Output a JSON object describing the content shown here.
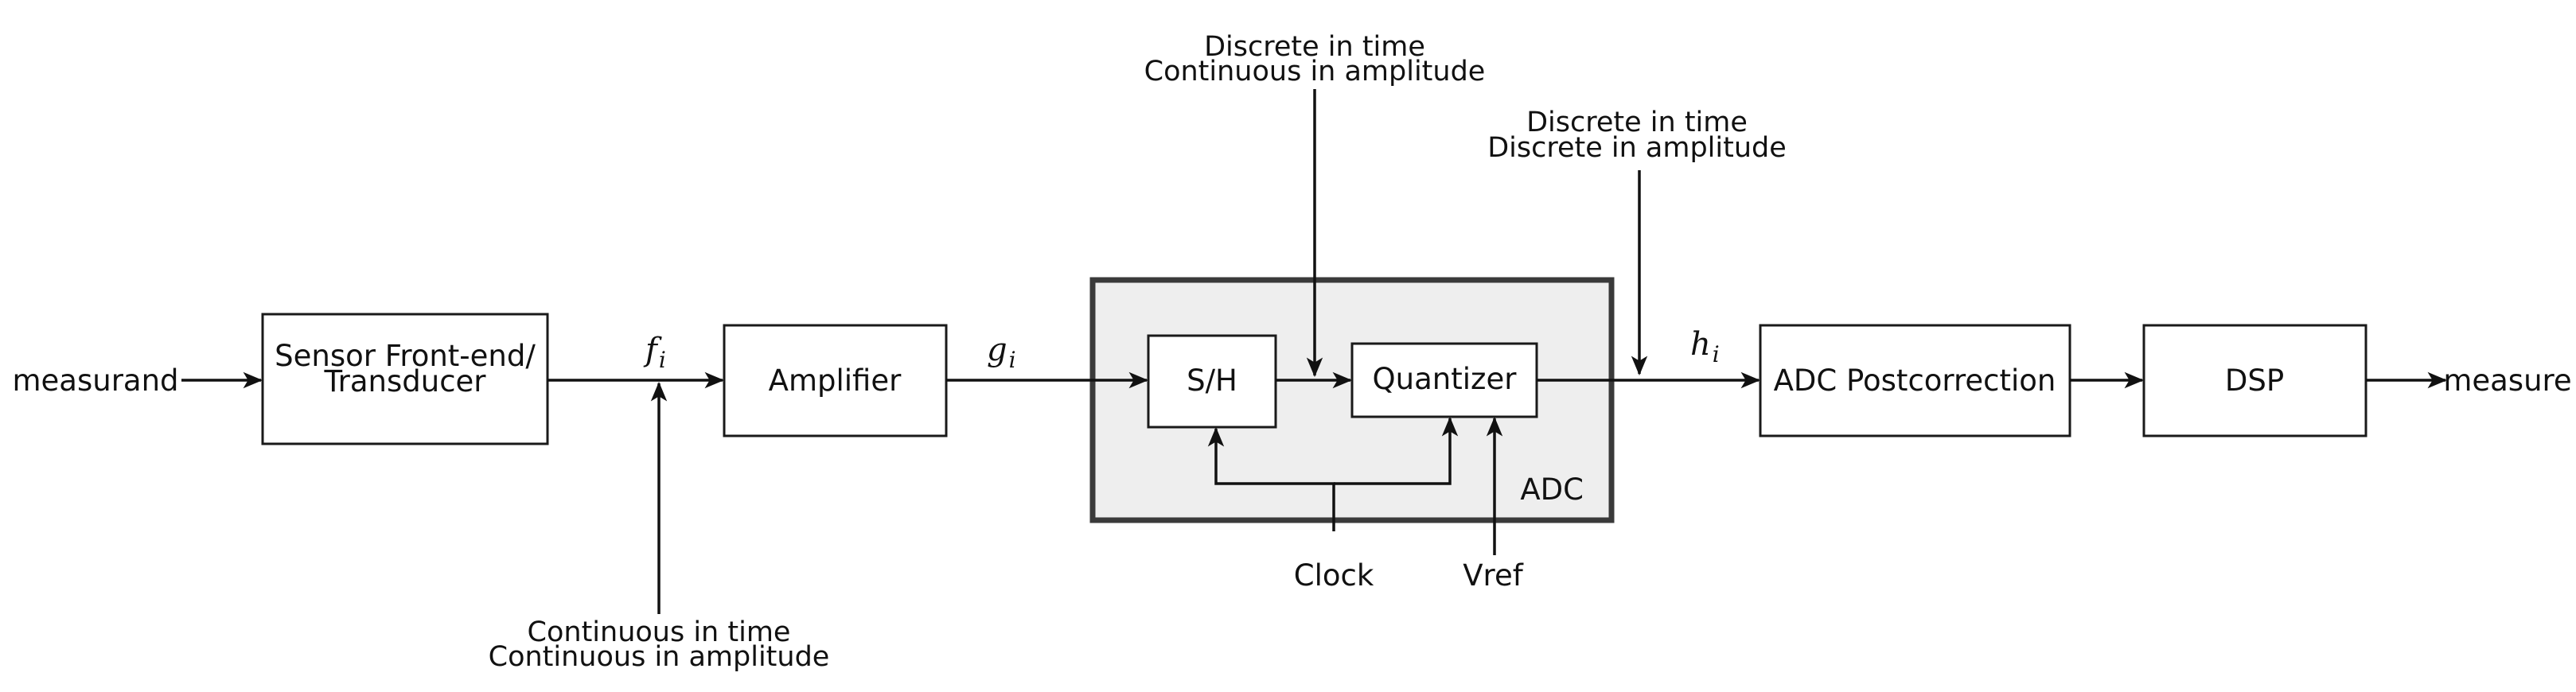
{
  "inputs": {
    "measurand": "measurand"
  },
  "outputs": {
    "measure": "measure"
  },
  "blocks": {
    "sensor_line1": "Sensor Front-end/",
    "sensor_line2": "Transducer",
    "amplifier": "Amplifier",
    "sample_hold": "S/H",
    "quantizer": "Quantizer",
    "adc": "ADC",
    "postcorrection": "ADC Postcorrection",
    "dsp": "DSP"
  },
  "control_inputs": {
    "clock": "Clock",
    "vref": "Vref"
  },
  "signals": {
    "f": {
      "symbol": "f",
      "subscript": "i"
    },
    "g": {
      "symbol": "g",
      "subscript": "i"
    },
    "h": {
      "symbol": "h",
      "subscript": "i"
    }
  },
  "annotations": {
    "analog": {
      "line1": "Continuous in time",
      "line2": "Continuous in amplitude"
    },
    "sampled": {
      "line1": "Discrete in time",
      "line2": "Continuous in amplitude"
    },
    "digital": {
      "line1": "Discrete in time",
      "line2": "Discrete in amplitude"
    }
  },
  "colors": {
    "adc_fill": "#eeeeee",
    "adc_border": "#3a3a3a",
    "line": "#111111"
  }
}
